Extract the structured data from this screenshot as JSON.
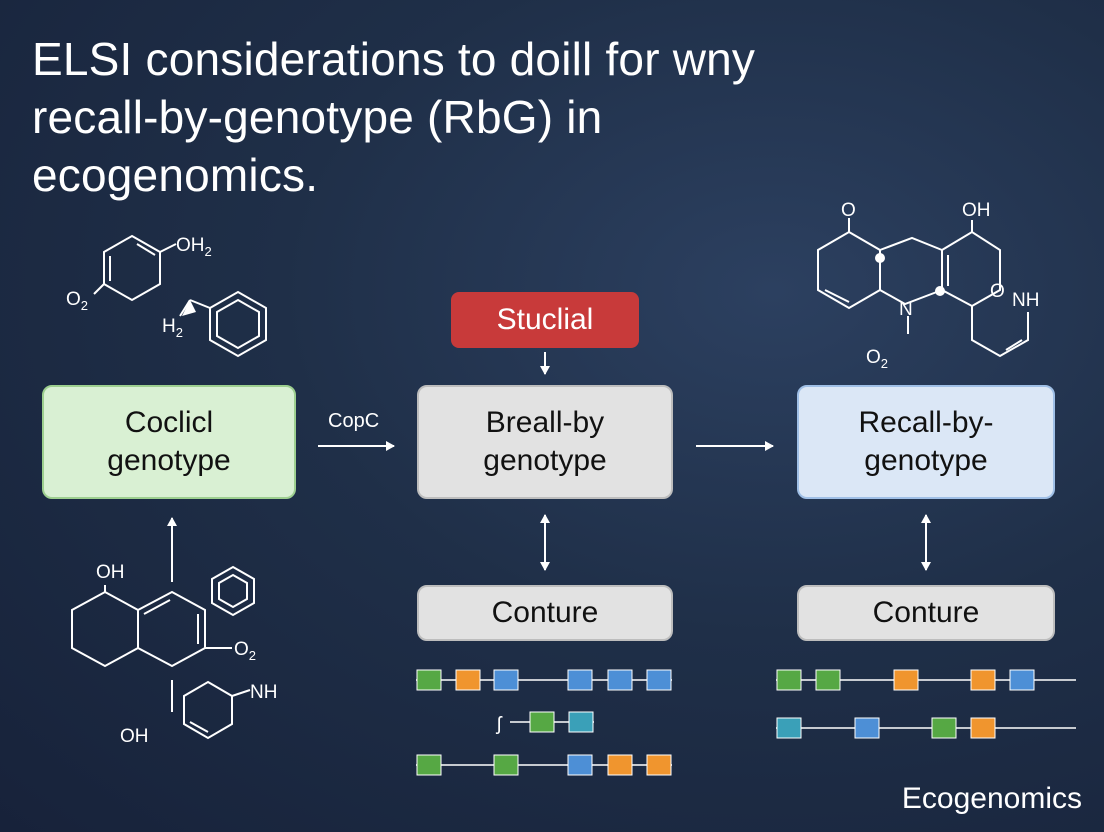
{
  "title": {
    "line1": "ELSI considerations to doill for wny",
    "line2": "recall-by-genotype (RbG) in",
    "line3": "ecogenomics."
  },
  "boxes": {
    "left": {
      "line1": "Coclicl",
      "line2": "genotype"
    },
    "middle": {
      "line1": "Breall-by",
      "line2": "genotype"
    },
    "right": {
      "line1": "Recall-by-",
      "line2": "genotype"
    },
    "conture_middle": "Conture",
    "conture_right": "Conture"
  },
  "red_tag": "Stuclial",
  "arrow_label": "CopC",
  "chem_labels": {
    "top_left_oh2": "OH",
    "top_left_o2": "O",
    "top_left_h2": "H",
    "top_right_o": "O",
    "top_right_oh": "OH",
    "top_right_n": "N",
    "top_right_o_nh": "O",
    "top_right_nh": "NH",
    "top_right_o2": "O",
    "bottom_oh_top": "OH",
    "bottom_oh_bottom": "OH",
    "bottom_o2": "O",
    "bottom_nh": "NH"
  },
  "squiggle": "ʃ",
  "footer": "Ecogenomics",
  "colors": {
    "green": "#56a844",
    "orange": "#f0952e",
    "blue": "#4d8fd6",
    "teal": "#3aa0b8",
    "red": "#c83a3a"
  }
}
